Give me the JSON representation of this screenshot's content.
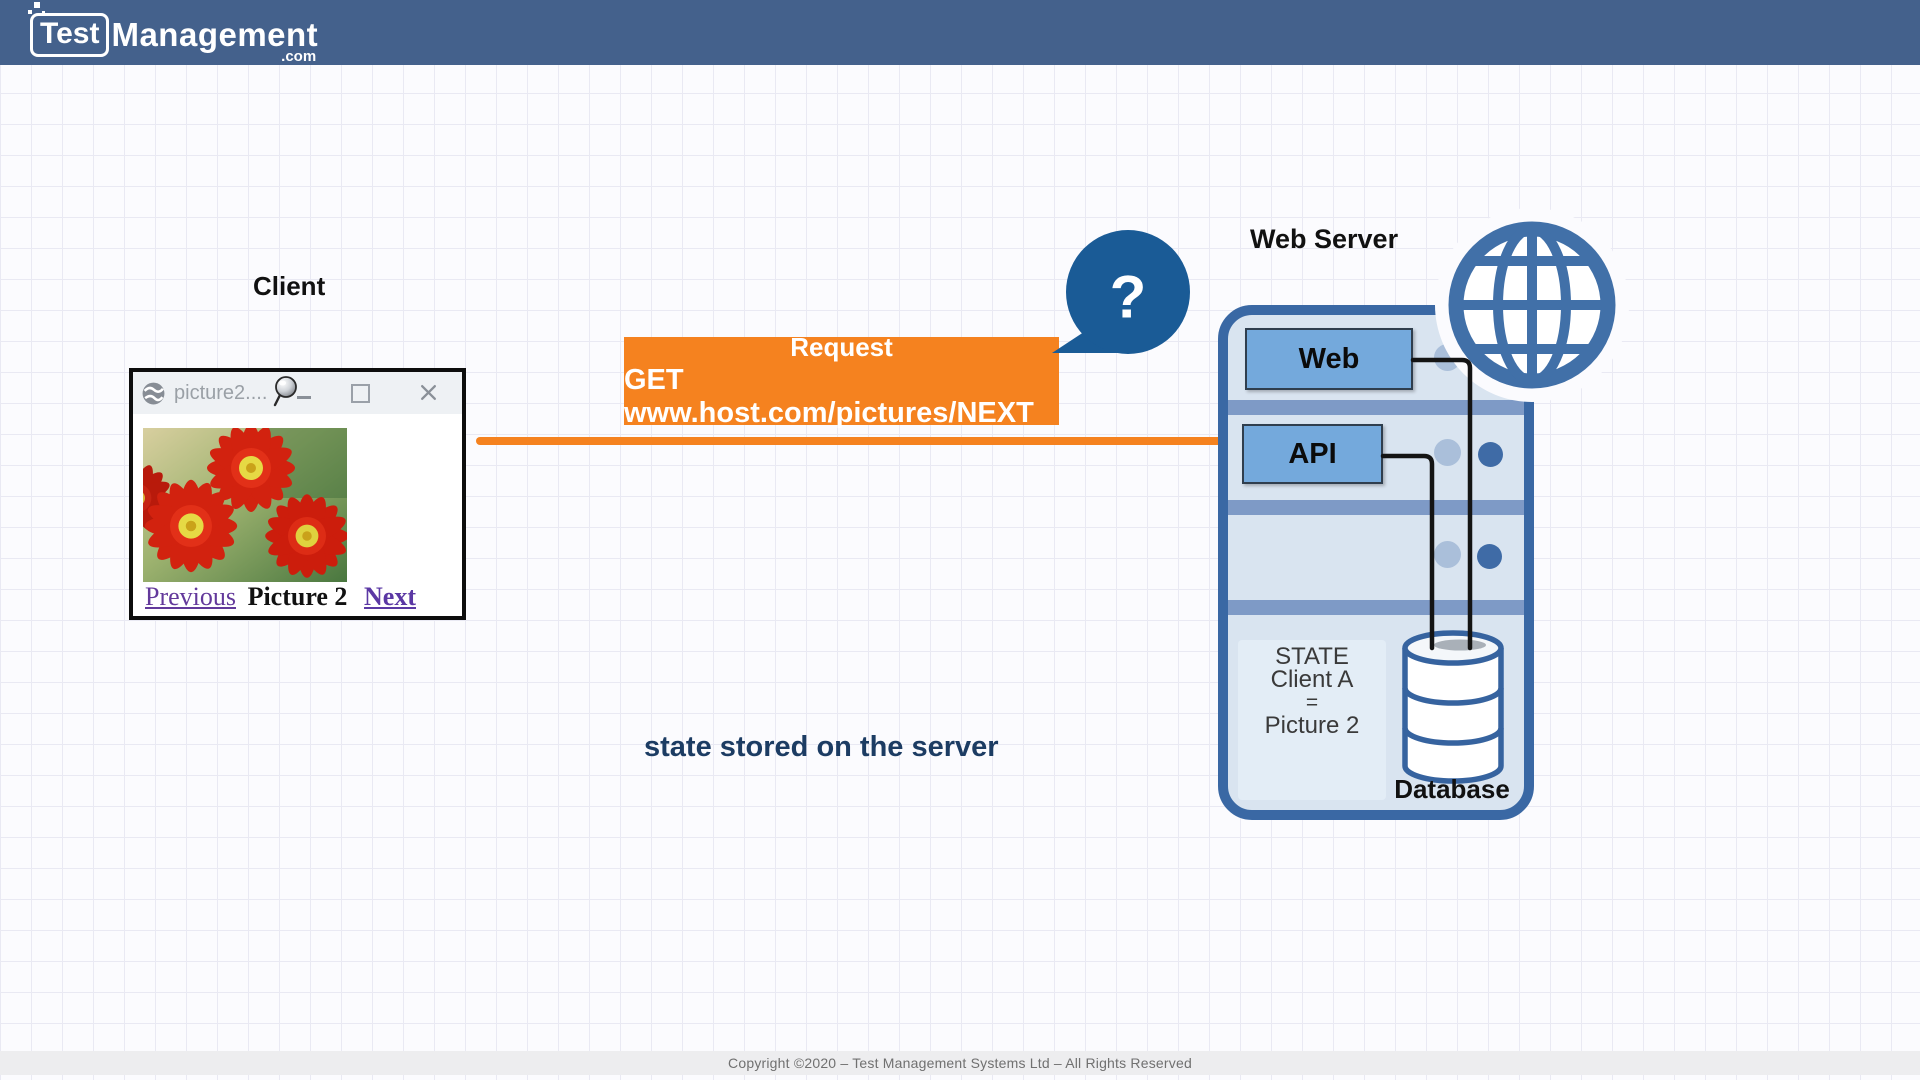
{
  "header": {
    "logo": {
      "test": "Test",
      "management": "Management",
      "tld": ".com"
    }
  },
  "client": {
    "label": "Client",
    "window": {
      "title": "picture2....",
      "links": {
        "previous": "Previous",
        "caption": "Picture 2",
        "next": "Next"
      }
    }
  },
  "request": {
    "line1": "Request",
    "line2": "GET www.host.com/pictures/NEXT"
  },
  "bubble": {
    "text": "?"
  },
  "server": {
    "title": "Web Server",
    "web": "Web",
    "api": "API",
    "state": [
      "STATE",
      "Client A",
      "=",
      "Picture 2"
    ],
    "database": "Database"
  },
  "caption": {
    "text": "state stored on the server"
  },
  "footer": {
    "text": "Copyright ©2020 – Test Management Systems Ltd – All Rights Reserved"
  },
  "colors": {
    "header_blue": "#44618c",
    "accent_orange": "#f5821f",
    "bubble_blue": "#1a5b96",
    "rack_blue": "#3a68a4",
    "divider_blue": "#7e9ac6",
    "box_blue": "#74a9dc",
    "caption_navy": "#1c3c63",
    "link_purple": "#63399b"
  }
}
